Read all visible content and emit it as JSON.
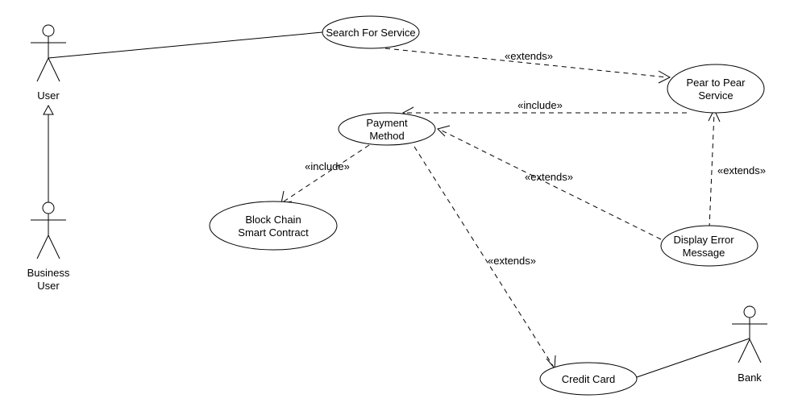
{
  "actors": {
    "user": "User",
    "business_user_line1": "Business",
    "business_user_line2": "User",
    "bank": "Bank"
  },
  "use_cases": {
    "search_for_service": "Search For Service",
    "pear_to_pear_line1": "Pear to Pear",
    "pear_to_pear_line2": "Service",
    "payment_method_line1": "Payment",
    "payment_method_line2": "Method",
    "block_chain_line1": "Block Chain",
    "block_chain_line2": "Smart Contract",
    "display_error_line1": "Display Error",
    "display_error_line2": "Message",
    "credit_card": "Credit Card"
  },
  "relationships": {
    "search_extends_pear": "«extends»",
    "pear_include_payment": "«include»",
    "payment_include_blockchain": "«include»",
    "error_extends_payment": "«extends»",
    "error_extends_pear": "«extends»",
    "payment_extends_creditcard": "«extends»"
  }
}
